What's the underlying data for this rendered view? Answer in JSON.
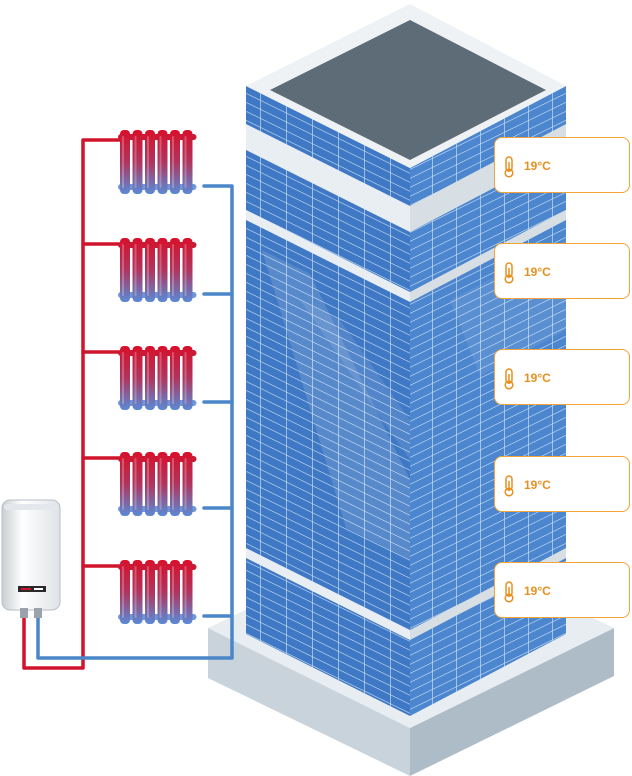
{
  "colors": {
    "hot_pipe": "#d0142c",
    "cold_pipe": "#4a86c8",
    "accent_orange": "#f2a33a",
    "glass_blue": "#3f78c4",
    "roof_dark": "#5e6c78"
  },
  "temperature_cards": [
    {
      "icon": "thermometer-icon",
      "value": "19°C"
    },
    {
      "icon": "thermometer-icon",
      "value": "19°C"
    },
    {
      "icon": "thermometer-icon",
      "value": "19°C"
    },
    {
      "icon": "thermometer-icon",
      "value": "19°C"
    },
    {
      "icon": "thermometer-icon",
      "value": "19°C"
    }
  ],
  "radiators": [
    {
      "icon": "radiator-icon"
    },
    {
      "icon": "radiator-icon"
    },
    {
      "icon": "radiator-icon"
    },
    {
      "icon": "radiator-icon"
    },
    {
      "icon": "radiator-icon"
    }
  ],
  "boiler": {
    "icon": "water-heater-icon"
  },
  "building": {
    "icon": "office-tower-icon"
  }
}
